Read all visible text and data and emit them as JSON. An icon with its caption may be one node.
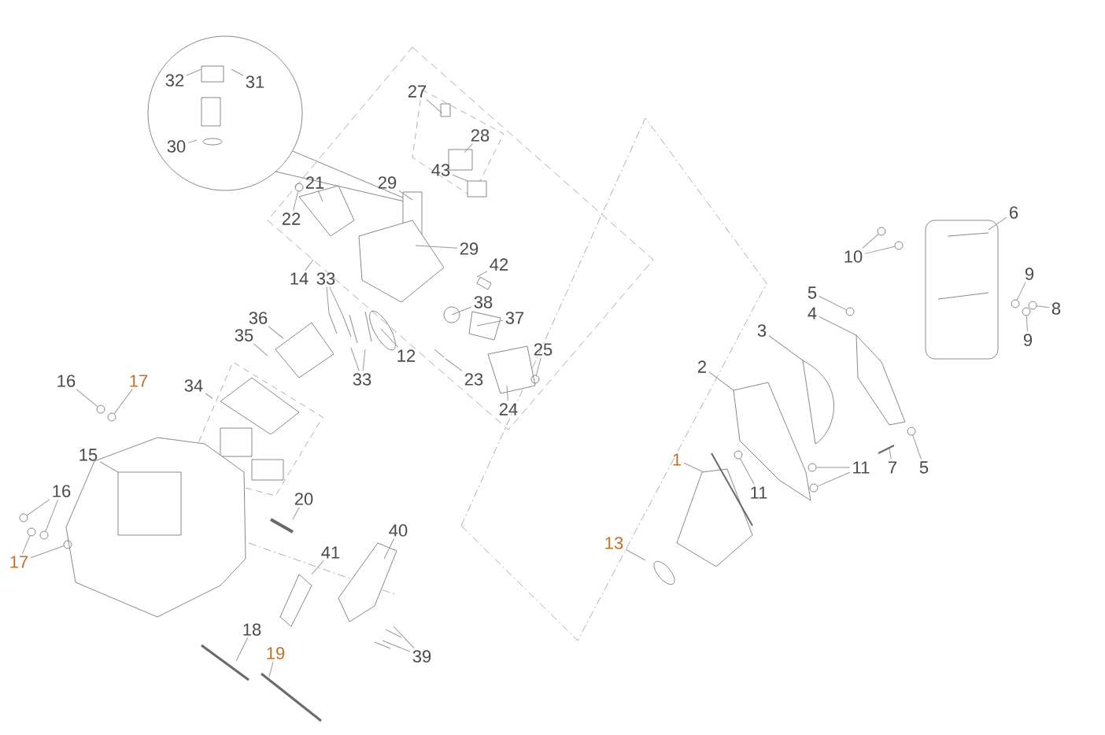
{
  "diagram": {
    "nodes": [
      {
        "text": [
          "32"
        ]
      },
      {
        "text": [
          "31"
        ]
      },
      {
        "text": [
          "30"
        ]
      },
      {
        "text": [
          "27"
        ]
      },
      {
        "text": [
          "28"
        ]
      },
      {
        "text": [
          "43"
        ]
      },
      {
        "text": [
          "29"
        ]
      },
      {
        "text": [
          "21"
        ]
      },
      {
        "text": [
          "22"
        ]
      },
      {
        "text": [
          "29"
        ]
      },
      {
        "text": [
          "42"
        ]
      },
      {
        "text": [
          "14"
        ]
      },
      {
        "text": [
          "33"
        ]
      },
      {
        "text": [
          "38"
        ]
      },
      {
        "text": [
          "37"
        ]
      },
      {
        "text": [
          "36"
        ]
      },
      {
        "text": [
          "35"
        ]
      },
      {
        "text": [
          "12"
        ]
      },
      {
        "text": [
          "33"
        ]
      },
      {
        "text": [
          "25"
        ]
      },
      {
        "text": [
          "23"
        ]
      },
      {
        "text": [
          "24"
        ]
      },
      {
        "text": [
          "16"
        ]
      },
      {
        "text": [
          "17"
        ]
      },
      {
        "text": [
          "34"
        ]
      },
      {
        "text": [
          "15"
        ]
      },
      {
        "text": [
          "16"
        ]
      },
      {
        "text": [
          "17"
        ]
      },
      {
        "text": [
          "20"
        ]
      },
      {
        "text": [
          "41"
        ]
      },
      {
        "text": [
          "40"
        ]
      },
      {
        "text": [
          "18"
        ]
      },
      {
        "text": [
          "19"
        ]
      },
      {
        "text": [
          "39"
        ]
      },
      {
        "text": [
          "6"
        ]
      },
      {
        "text": [
          "10"
        ]
      },
      {
        "text": [
          "9"
        ]
      },
      {
        "text": [
          "8"
        ]
      },
      {
        "text": [
          "9"
        ]
      },
      {
        "text": [
          "5"
        ]
      },
      {
        "text": [
          "4"
        ]
      },
      {
        "text": [
          "3"
        ]
      },
      {
        "text": [
          "2"
        ]
      },
      {
        "text": [
          "1"
        ]
      },
      {
        "text": [
          "11"
        ]
      },
      {
        "text": [
          "11"
        ]
      },
      {
        "text": [
          "7"
        ]
      },
      {
        "text": [
          "5"
        ]
      },
      {
        "text": [
          "13"
        ]
      },
      {
        "text": [],
        "shape": "circle"
      },
      {
        "text": [],
        "shape": "circle"
      },
      {
        "text": [],
        "shape": "circle"
      },
      {
        "text": [],
        "shape": "circle"
      },
      {
        "text": [],
        "shape": "circle"
      },
      {
        "text": [],
        "shape": "circle"
      },
      {
        "text": [],
        "shape": "circle"
      },
      {
        "text": [],
        "shape": "circle"
      },
      {
        "text": [],
        "shape": "circle"
      },
      {
        "text": [],
        "shape": "circle"
      },
      {
        "text": [],
        "shape": "circle"
      },
      {
        "text": [],
        "shape": "circle"
      },
      {
        "text": [],
        "shape": "circle"
      },
      {
        "text": [],
        "shape": "circle"
      },
      {
        "text": [],
        "shape": "circle"
      },
      {
        "text": [],
        "shape": "circle"
      },
      {
        "text": [],
        "shape": "circle"
      },
      {
        "text": [],
        "shape": "circle"
      }
    ],
    "edges": [
      {
        "from": 0,
        "to": null,
        "arrow": "none"
      },
      {
        "from": 1,
        "to": null,
        "arrow": "none"
      },
      {
        "from": 2,
        "to": null,
        "arrow": "none"
      },
      {
        "from": 3,
        "to": null,
        "arrow": "none"
      },
      {
        "from": 4,
        "to": null,
        "arrow": "none"
      },
      {
        "from": 5,
        "to": null,
        "arrow": "none"
      },
      {
        "from": 6,
        "to": null,
        "arrow": "none"
      },
      {
        "from": 7,
        "to": null,
        "arrow": "none"
      },
      {
        "from": 8,
        "to": 49,
        "arrow": "none"
      },
      {
        "from": 9,
        "to": null,
        "arrow": "none"
      },
      {
        "from": 10,
        "to": null,
        "arrow": "none"
      },
      {
        "from": 11,
        "to": null,
        "arrow": "none"
      },
      {
        "from": 12,
        "to": null,
        "arrow": "none"
      },
      {
        "from": 12,
        "to": null,
        "arrow": "none"
      },
      {
        "from": 13,
        "to": null,
        "arrow": "none"
      },
      {
        "from": 14,
        "to": null,
        "arrow": "none"
      },
      {
        "from": 15,
        "to": null,
        "arrow": "none"
      },
      {
        "from": 16,
        "to": null,
        "arrow": "none"
      },
      {
        "from": 17,
        "to": null,
        "arrow": "none"
      },
      {
        "from": 18,
        "to": null,
        "arrow": "none"
      },
      {
        "from": 18,
        "to": null,
        "arrow": "none"
      },
      {
        "from": 19,
        "to": 50,
        "arrow": "none"
      },
      {
        "from": 20,
        "to": null,
        "arrow": "none"
      },
      {
        "from": 21,
        "to": null,
        "arrow": "none"
      },
      {
        "from": 22,
        "to": 51,
        "arrow": "none"
      },
      {
        "from": 23,
        "to": 52,
        "arrow": "none"
      },
      {
        "from": 24,
        "to": null,
        "arrow": "none"
      },
      {
        "from": 25,
        "to": null,
        "arrow": "none"
      },
      {
        "from": 26,
        "to": 53,
        "arrow": "none"
      },
      {
        "from": 26,
        "to": 54,
        "arrow": "none"
      },
      {
        "from": 27,
        "to": 55,
        "arrow": "none"
      },
      {
        "from": 27,
        "to": 56,
        "arrow": "none"
      },
      {
        "from": 28,
        "to": null,
        "arrow": "none"
      },
      {
        "from": 29,
        "to": null,
        "arrow": "none"
      },
      {
        "from": 30,
        "to": null,
        "arrow": "none"
      },
      {
        "from": 31,
        "to": null,
        "arrow": "none"
      },
      {
        "from": 32,
        "to": null,
        "arrow": "none"
      },
      {
        "from": 33,
        "to": null,
        "arrow": "none"
      },
      {
        "from": 33,
        "to": null,
        "arrow": "none"
      },
      {
        "from": 34,
        "to": null,
        "arrow": "none"
      },
      {
        "from": 35,
        "to": 57,
        "arrow": "none"
      },
      {
        "from": 35,
        "to": 58,
        "arrow": "none"
      },
      {
        "from": 36,
        "to": 59,
        "arrow": "none"
      },
      {
        "from": 37,
        "to": 60,
        "arrow": "none"
      },
      {
        "from": 38,
        "to": 61,
        "arrow": "none"
      },
      {
        "from": 39,
        "to": 62,
        "arrow": "none"
      },
      {
        "from": 40,
        "to": null,
        "arrow": "none"
      },
      {
        "from": 41,
        "to": null,
        "arrow": "none"
      },
      {
        "from": 42,
        "to": null,
        "arrow": "none"
      },
      {
        "from": 43,
        "to": null,
        "arrow": "none"
      },
      {
        "from": 44,
        "to": 63,
        "arrow": "none"
      },
      {
        "from": 45,
        "to": 64,
        "arrow": "none"
      },
      {
        "from": 45,
        "to": 65,
        "arrow": "none"
      },
      {
        "from": 46,
        "to": null,
        "arrow": "none"
      },
      {
        "from": 47,
        "to": 66,
        "arrow": "none"
      },
      {
        "from": 48,
        "to": null,
        "arrow": "none"
      }
    ]
  }
}
